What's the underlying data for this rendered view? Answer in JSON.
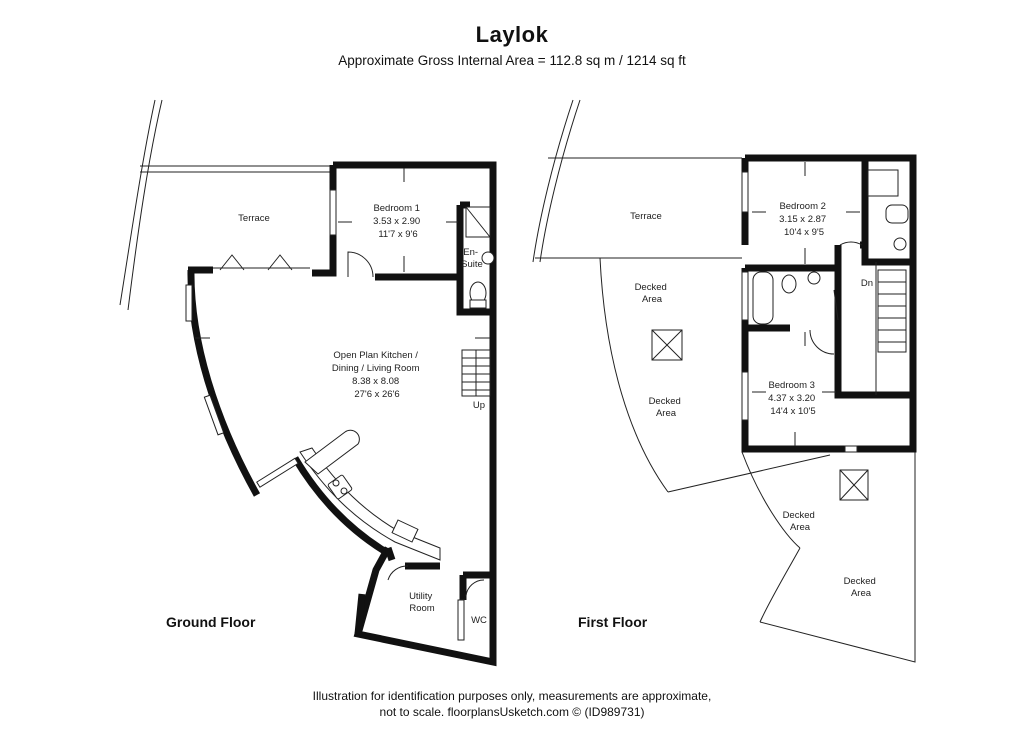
{
  "header": {
    "title": "Laylok",
    "subtitle": "Approximate Gross Internal Area = 112.8 sq m / 1214 sq ft"
  },
  "floors": {
    "ground": {
      "label": "Ground Floor",
      "rooms": {
        "terrace": [
          "Terrace"
        ],
        "bedroom1": [
          "Bedroom 1",
          "3.53 x 2.90",
          "11'7 x 9'6"
        ],
        "ensuite": [
          "En-",
          "Suite"
        ],
        "kitchen": [
          "Open Plan Kitchen /",
          "Dining / Living Room",
          "8.38 x 8.08",
          "27'6 x 26'6"
        ],
        "utility": [
          "Utility",
          "Room"
        ],
        "wc": [
          "WC"
        ],
        "up": [
          "Up"
        ]
      }
    },
    "first": {
      "label": "First Floor",
      "rooms": {
        "terrace": [
          "Terrace"
        ],
        "bedroom2": [
          "Bedroom 2",
          "3.15 x 2.87",
          "10'4 x 9'5"
        ],
        "bedroom3": [
          "Bedroom 3",
          "4.37 x 3.20",
          "14'4 x 10'5"
        ],
        "decked1": [
          "Decked",
          "Area"
        ],
        "decked2": [
          "Decked",
          "Area"
        ],
        "decked3": [
          "Decked",
          "Area"
        ],
        "decked4": [
          "Decked",
          "Area"
        ],
        "dn": [
          "Dn"
        ]
      }
    }
  },
  "footer": {
    "line1": "Illustration for identification purposes only, measurements are approximate,",
    "line2": "not to scale. floorplansUsketch.com © (ID989731)"
  }
}
